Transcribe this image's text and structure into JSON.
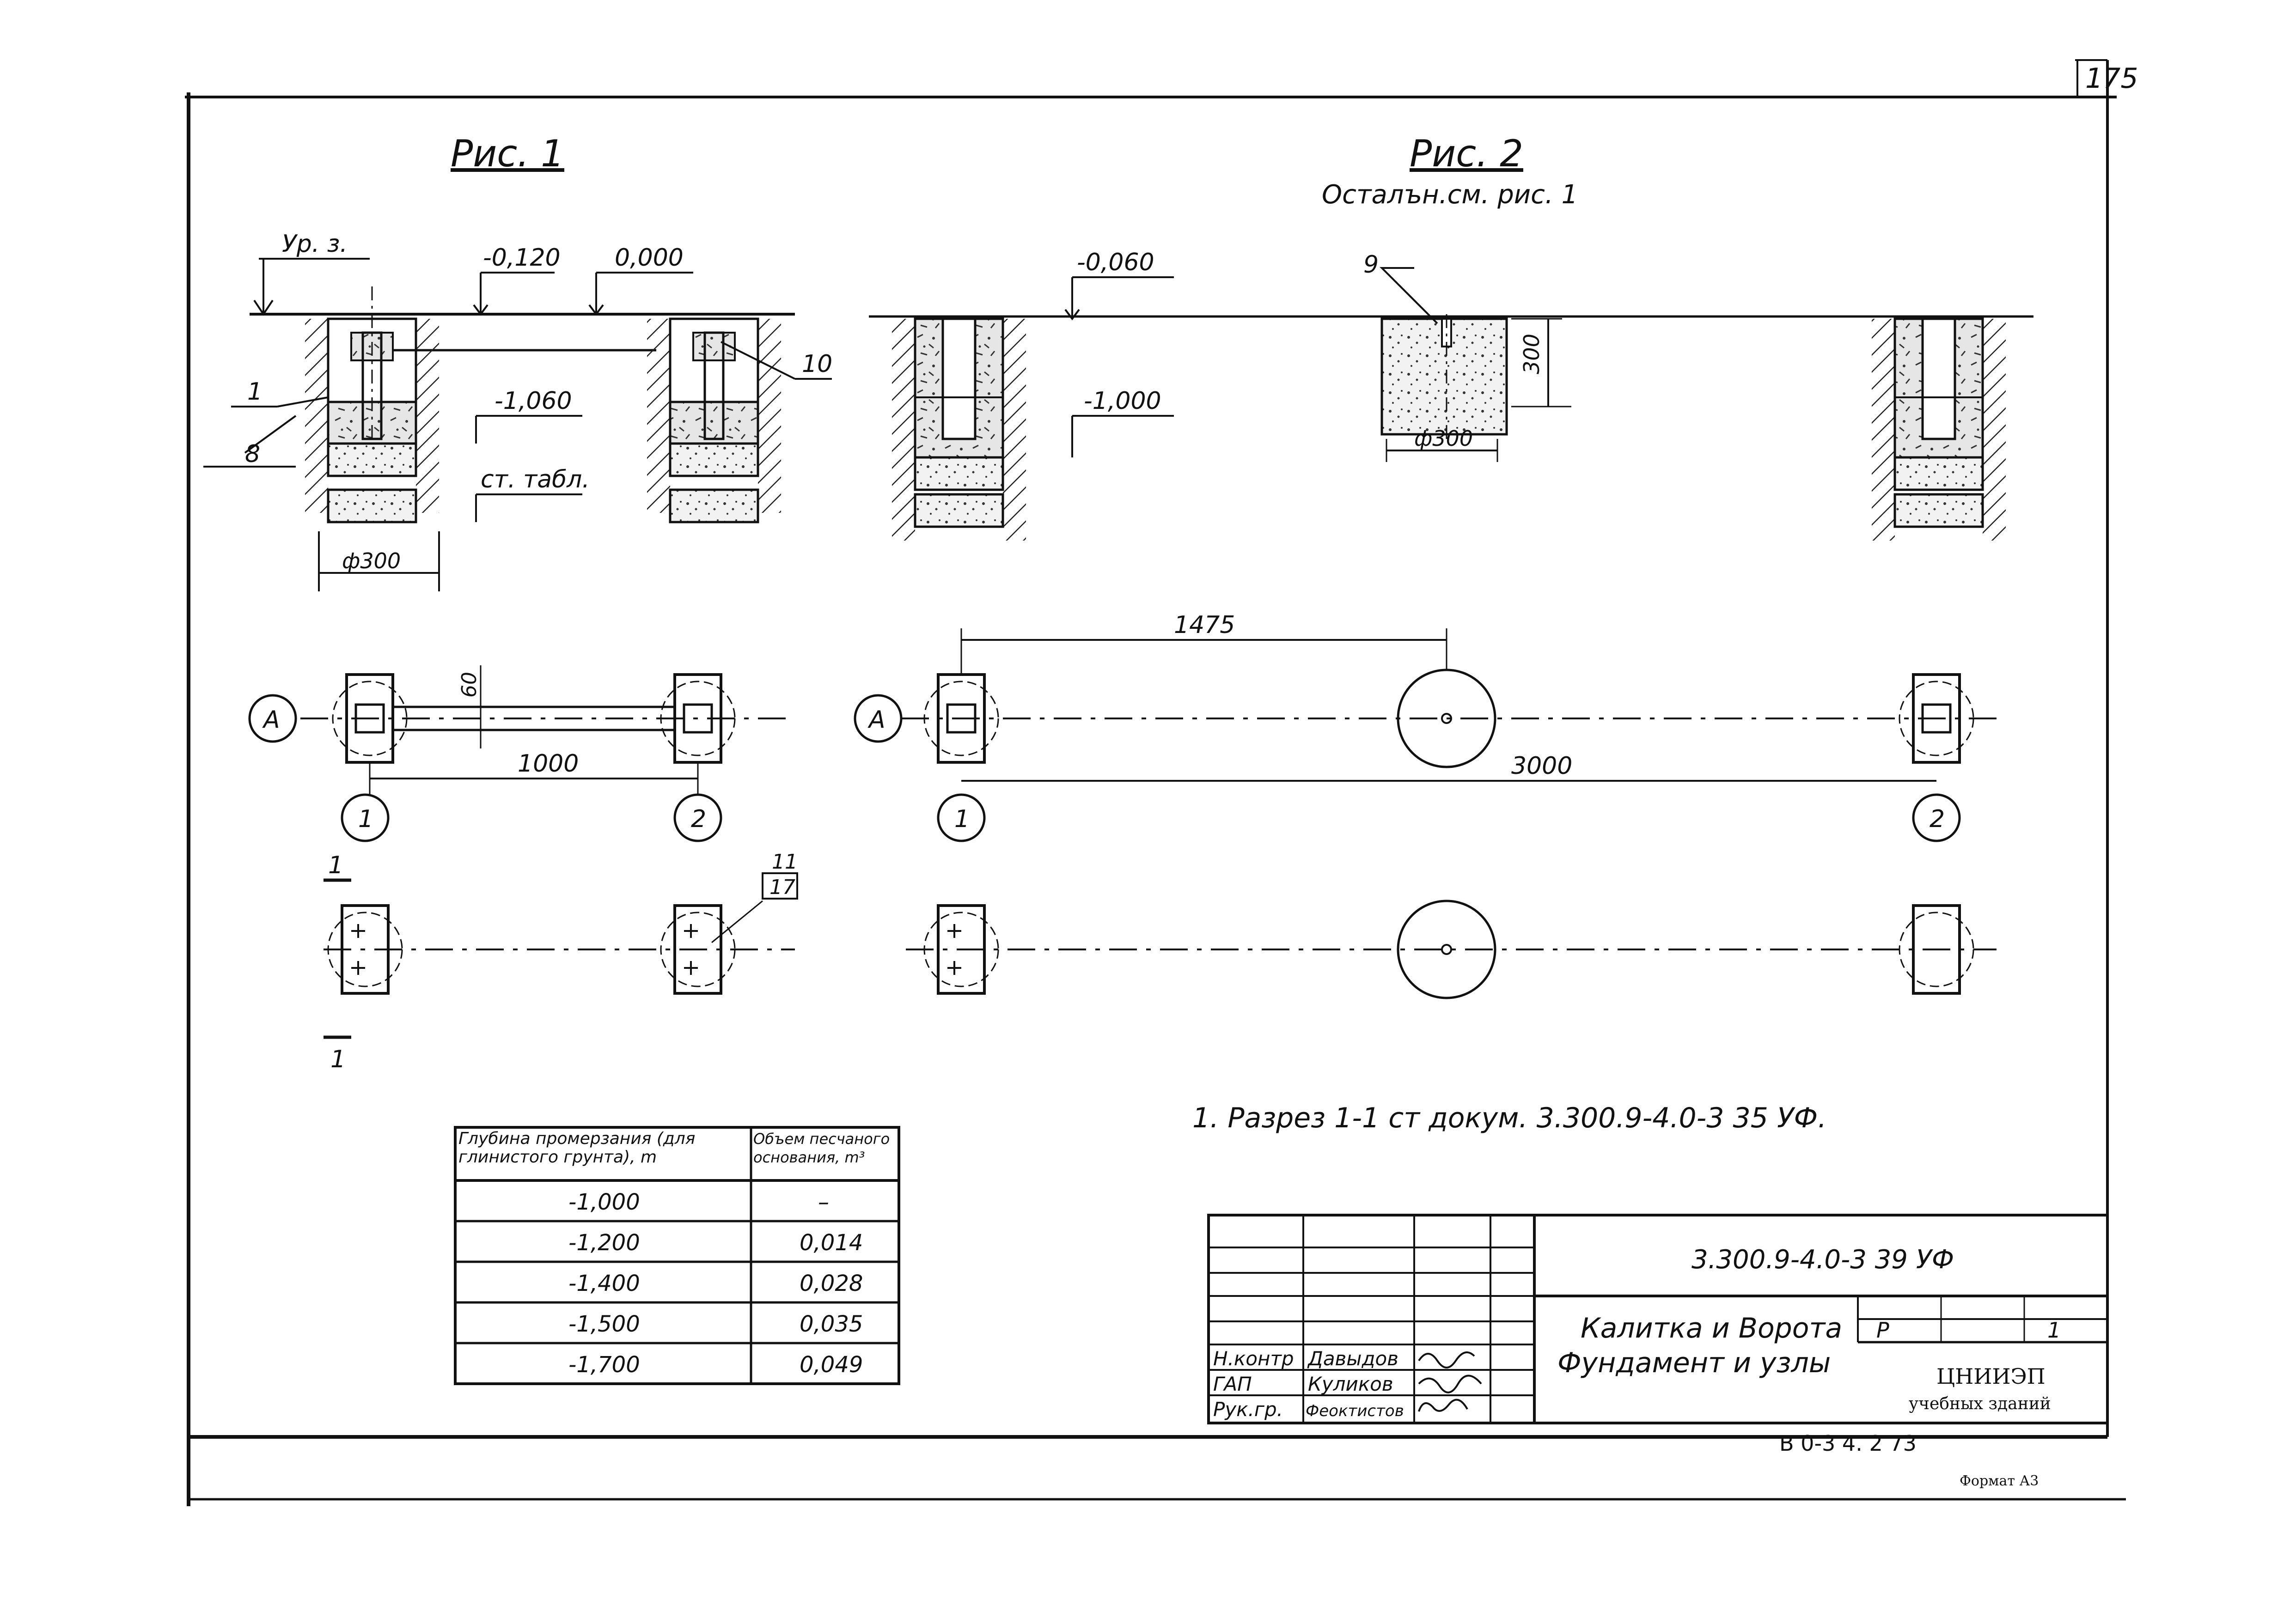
{
  "sheet_number": "175",
  "fig1": {
    "title": "Рис. 1",
    "level_label": "Ур. з.",
    "elev_a": "-0,120",
    "elev_b": "0,000",
    "elev_c": "-1,060",
    "table_ref": "ст. табл.",
    "diameter": "ф300",
    "pos_1": "1",
    "pos_8": "8",
    "pos_10": "10"
  },
  "fig2": {
    "title": "Рис. 2",
    "subtitle": "Осталън.см. рис. 1",
    "elev_a": "-0,060",
    "elev_b": "-1,000",
    "pos_9": "9",
    "dim_300": "300",
    "diameter": "ф300"
  },
  "plan1": {
    "axis_letter": "А",
    "axis_1": "1",
    "axis_2": "2",
    "dim_span": "1000",
    "dim_width": "60",
    "section_mark": "1",
    "callout_num": "11",
    "callout_sheet": "17"
  },
  "plan2": {
    "axis_letter": "А",
    "axis_1": "1",
    "axis_2": "2",
    "dim_span": "3000",
    "dim_offset": "1475"
  },
  "note": "1. Разрез 1-1 ст докум. 3.300.9-4.0-3 35 УФ.",
  "sand_table": {
    "headers": [
      "Глубина промерзания (для глинистого грунта), m",
      "Объем песчаного основания, m³"
    ],
    "rows": [
      [
        "-1,000",
        "–"
      ],
      [
        "-1,200",
        "0,014"
      ],
      [
        "-1,400",
        "0,028"
      ],
      [
        "-1,500",
        "0,035"
      ],
      [
        "-1,700",
        "0,049"
      ]
    ]
  },
  "title_block": {
    "doc_code": "3.300.9-4.0-3 39 УФ",
    "title_line1": "Калитка и Ворота",
    "title_line2": "Фундамент и узлы",
    "stage": "Р",
    "sheet": "1",
    "org_line1": "ЦНИИЭП",
    "org_line2": "учебных зданий",
    "roles": [
      "Н.контр",
      "ГАП",
      "Рук.гр."
    ],
    "names": [
      "Давыдов",
      "Куликов",
      "Феоктистов"
    ]
  },
  "bottom_code": "В 0-3 4. 2 73",
  "format": "Формат А3"
}
